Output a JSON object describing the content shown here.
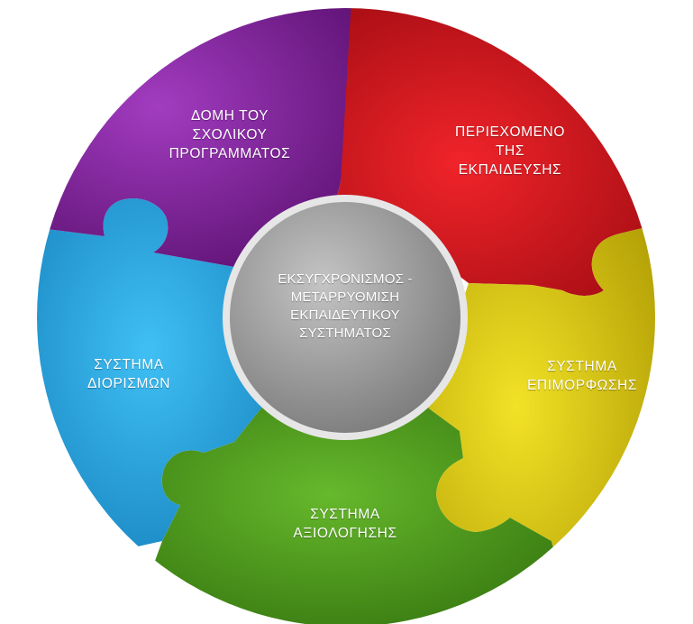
{
  "center": {
    "lines": [
      "ΕΚΣΥΓΧΡΟΝΙΣΜΟΣ -",
      "ΜΕΤΑΡΡΥΘΜΙΣΗ",
      "ΕΚΠΑΙΔΕΥΤΙΚΟΥ",
      "ΣΥΣΤΗΜΑΤΟΣ"
    ],
    "color": "#9a9a9a"
  },
  "pieces": [
    {
      "key": "structure",
      "lines": [
        "ΔΟΜΗ ΤΟΥ",
        "ΣΧΟΛΙΚΟΥ",
        "ΠΡΟΓΡΑΜΜΑΤΟΣ"
      ],
      "color": "#7b1f96"
    },
    {
      "key": "content",
      "lines": [
        "ΠΕΡΙΕΧΟΜΕΝΟ",
        "ΤΗΣ",
        "ΕΚΠΑΙΔΕΥΣΗΣ"
      ],
      "color": "#d4141c"
    },
    {
      "key": "training",
      "lines": [
        "ΣΥΣΤΗΜΑ",
        "ΕΠΙΜΟΡΦΩΣΗΣ"
      ],
      "color": "#d9c800"
    },
    {
      "key": "evaluation",
      "lines": [
        "ΣΥΣΤΗΜΑ",
        "ΑΞΙΟΛΟΓΗΣΗΣ"
      ],
      "color": "#4c9a1c"
    },
    {
      "key": "appointments",
      "lines": [
        "ΣΥΣΤΗΜΑ",
        "ΔΙΟΡΙΣΜΩΝ"
      ],
      "color": "#22a6e4"
    }
  ]
}
